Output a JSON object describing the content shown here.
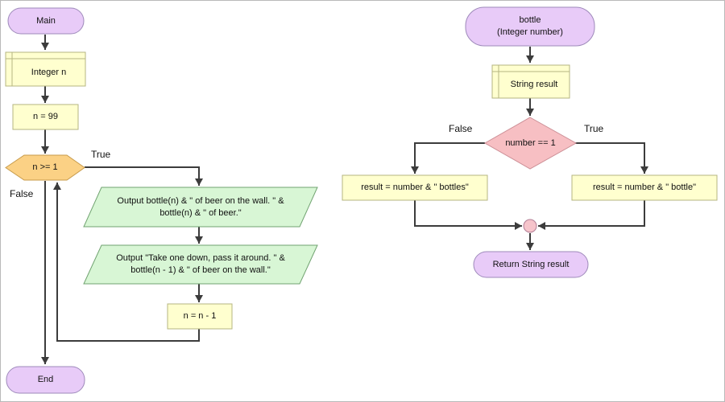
{
  "left_flowchart": {
    "start_label": "Main",
    "declaration_label": "Integer n",
    "init_label": "n = 99",
    "loop_condition_label": "n >= 1",
    "true_branch_label": "True",
    "false_branch_label": "False",
    "output1_label": "Output bottle(n) & \" of beer on the wall. \" &\nbottle(n) & \" of beer.\"",
    "output2_label": "Output \"Take one down, pass it around. \" &\nbottle(n - 1) & \" of beer on the wall.\"",
    "decrement_label": "n = n - 1",
    "end_label": "End"
  },
  "right_flowchart": {
    "function_label": "bottle\n(Integer number)",
    "declaration_label": "String result",
    "condition_label": "number == 1",
    "false_branch_label": "False",
    "true_branch_label": "True",
    "false_assign_label": "result = number & \" bottles\"",
    "true_assign_label": "result = number & \" bottle\"",
    "return_label": "Return String result"
  },
  "colors": {
    "terminal_fill": "#E8CBF8",
    "terminal_border": "#9E8ABA",
    "declaration_fill": "#FFFFCF",
    "declaration_border": "#B5B581",
    "assignment_fill": "#FFFFCF",
    "assignment_border": "#B5B581",
    "loop_fill": "#FBD185",
    "loop_border": "#C79B4B",
    "output_fill": "#D8F6D5",
    "output_border": "#71A371",
    "decision_fill": "#F7BFC3",
    "decision_border": "#CC8F96",
    "junction_fill": "#F6C4CB",
    "junction_border": "#B27E96",
    "connector": "#3C3C3C"
  }
}
